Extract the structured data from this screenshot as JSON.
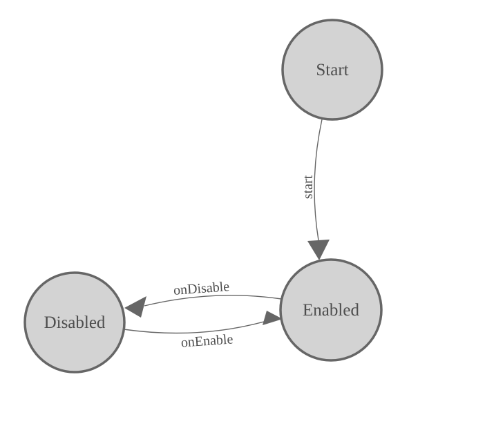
{
  "diagram": {
    "type": "state-machine",
    "nodes": [
      {
        "id": "start",
        "label": "Start"
      },
      {
        "id": "enabled",
        "label": "Enabled"
      },
      {
        "id": "disabled",
        "label": "Disabled"
      }
    ],
    "edges": [
      {
        "from": "Start",
        "to": "Enabled",
        "label": "start"
      },
      {
        "from": "Enabled",
        "to": "Disabled",
        "label": "onDisable"
      },
      {
        "from": "Disabled",
        "to": "Enabled",
        "label": "onEnable"
      }
    ]
  },
  "colors": {
    "background": "#ffffff",
    "node_fill": "#d3d3d3",
    "node_stroke": "#666666",
    "edge_stroke": "#666666",
    "arrow_fill": "#666666",
    "label_color": "#4d4d4d"
  }
}
